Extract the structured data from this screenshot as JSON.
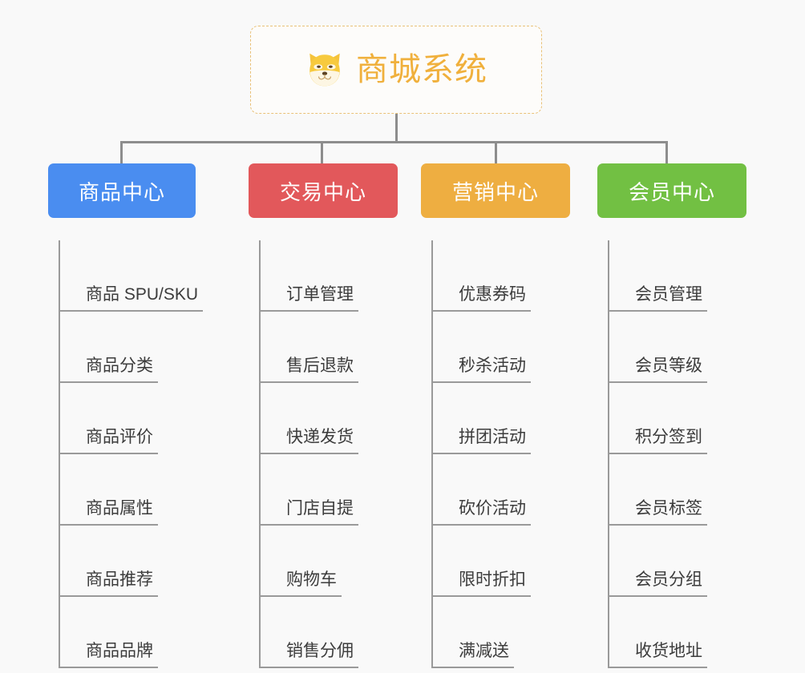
{
  "diagram": {
    "background_color": "#f9f9f9",
    "connector_color": "#8d8d8d",
    "root": {
      "title": "商城系统",
      "icon": "shiba-dog-icon",
      "text_color": "#f0b03c",
      "border_color": "#e9c178",
      "background_color": "#fdfcfa"
    },
    "branches": [
      {
        "label": "商品中心",
        "color": "#4a8df0",
        "items": [
          "商品 SPU/SKU",
          "商品分类",
          "商品评价",
          "商品属性",
          "商品推荐",
          "商品品牌"
        ]
      },
      {
        "label": "交易中心",
        "color": "#e2585b",
        "items": [
          "订单管理",
          "售后退款",
          "快递发货",
          "门店自提",
          "购物车",
          "销售分佣"
        ]
      },
      {
        "label": "营销中心",
        "color": "#eeae41",
        "items": [
          "优惠券码",
          "秒杀活动",
          "拼团活动",
          "砍价活动",
          "限时折扣",
          "满减送"
        ]
      },
      {
        "label": "会员中心",
        "color": "#72c043",
        "items": [
          "会员管理",
          "会员等级",
          "积分签到",
          "会员标签",
          "会员分组",
          "收货地址"
        ]
      }
    ]
  }
}
